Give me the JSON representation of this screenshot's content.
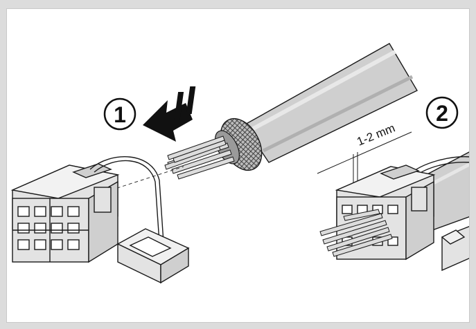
{
  "steps": [
    {
      "number": "1"
    },
    {
      "number": "2"
    }
  ],
  "measurement": {
    "label": "1-2 mm"
  },
  "colors": {
    "frame": "#dcdcdc",
    "cable": "#cfcfcf",
    "cable_dark": "#b4b4b4",
    "connector": "#e3e3e3",
    "line": "#1a1a1a",
    "arrow": "#111111"
  }
}
